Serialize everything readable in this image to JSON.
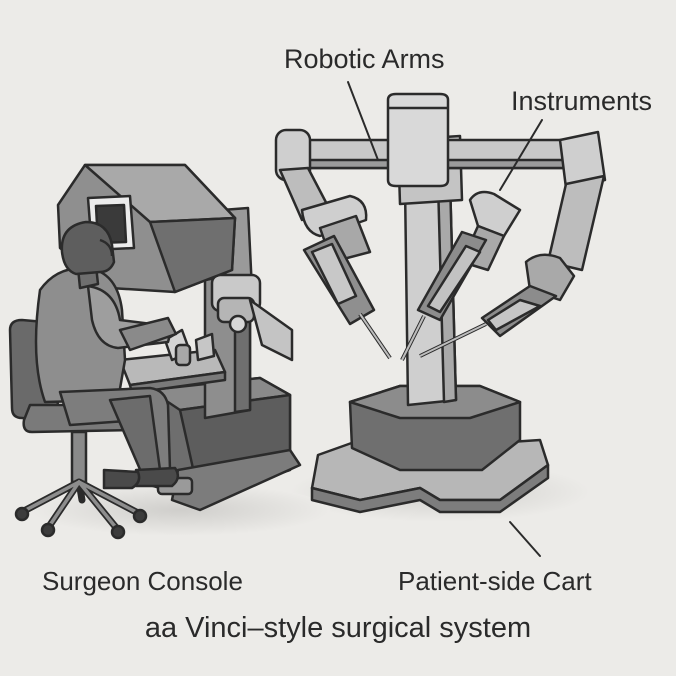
{
  "labels": {
    "robotic_arms": "Robotic Arms",
    "instruments": "Instruments",
    "surgeon_console": "Surgeon Console",
    "patient_side_cart": "Patient-side Cart"
  },
  "caption": "aa Vinci–style surgical system",
  "colors": {
    "background": "#ecebe8",
    "outline": "#2b2b2b",
    "light_gray": "#cfcfcf",
    "mid_gray": "#9a9a9a",
    "dark_gray": "#6e6e6e",
    "shadow": "#d8d7d4"
  }
}
